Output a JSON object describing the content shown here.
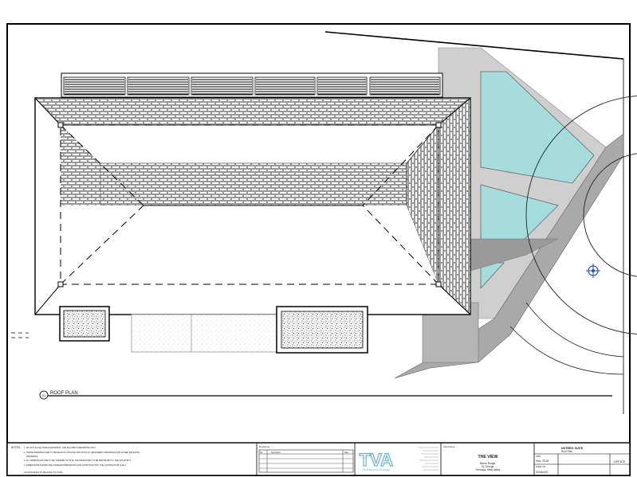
{
  "drawing": {
    "view_label": "ROOF PLAN",
    "view_number": "01"
  },
  "notes": {
    "heading": "NOTES:",
    "lines": [
      "1. DO NOT SCALE THESE DRAWINGS. USE FIGURED DIMENSIONS ONLY.",
      "2. THESE DRAWINGS ARE TO BE READ IN CONJUNCTION WITH ALL ENGINEER'S DRAWINGS AND OTHER RELEVANT",
      "DRAWINGS.",
      "3. ALL DIMENSIONS ARE TO BE VERIFIED ON SITE. DISCREPANCIES TO BE REPORTED TO THE ARCHITECT.",
      "4. DIMENSIONS SHOWN ARE FINISHED DIMENSIONS FOR CONSTRUCTION. THE CONTRACTOR SHALL",
      "ALL BUILDINGS TO BE DONE TO CODE."
    ]
  },
  "revisions": {
    "heading": "Revisions",
    "columns": [
      "No.",
      "Description",
      "Date"
    ]
  },
  "logo": {
    "mark": "TVA",
    "tagline": "Architecture & Design"
  },
  "project": {
    "client_label": "Client Name",
    "name": "THE VIEW",
    "address_lines": [
      "Morne Rouge,",
      "St. George,",
      "Grenada, West Indies"
    ]
  },
  "sheet": {
    "title": "NUTMEG SUITE",
    "subtitle": "Roof Plan",
    "date_label": "DATE",
    "date": "Nov. 2018",
    "sheet_label": "SHEET NO.",
    "sheet_no": "2018cr20",
    "status": "OFFICE"
  },
  "colors": {
    "pool_water": "#a6dcdc",
    "deck_grey": "#cfcfcf",
    "path_grey": "#a9a9a9",
    "logo_blue": "#6fb2c9",
    "survey_marker": "#1f4fbf"
  }
}
